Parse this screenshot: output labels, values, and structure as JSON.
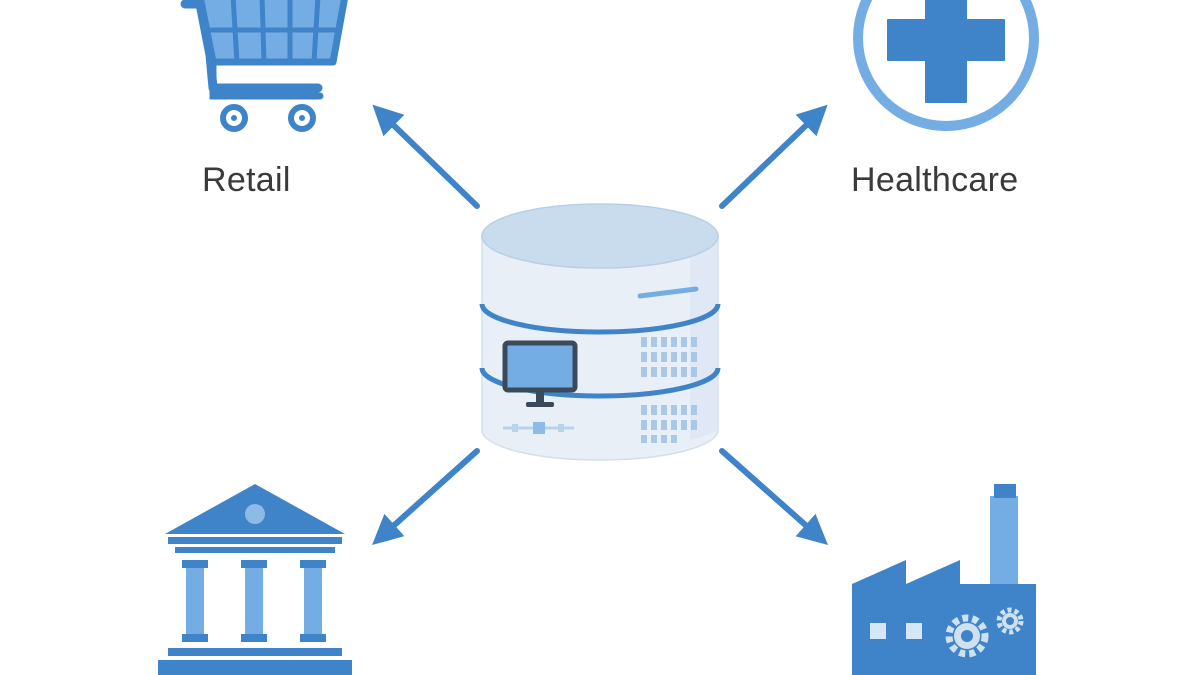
{
  "diagram": {
    "hub": {
      "name": "database-server",
      "icon": "database-server-icon"
    },
    "nodes": [
      {
        "key": "retail",
        "label": "Retail",
        "icon": "shopping-cart-icon"
      },
      {
        "key": "healthcare",
        "label": "Healthcare",
        "icon": "medical-cross-icon"
      },
      {
        "key": "finance",
        "label": "",
        "icon": "bank-building-icon"
      },
      {
        "key": "manufacturing",
        "label": "",
        "icon": "factory-icon"
      }
    ],
    "edges": [
      {
        "from": "database-server",
        "to": "retail",
        "direction": "outward"
      },
      {
        "from": "database-server",
        "to": "healthcare",
        "direction": "outward"
      },
      {
        "from": "database-server",
        "to": "finance",
        "direction": "outward"
      },
      {
        "from": "database-server",
        "to": "manufacturing",
        "direction": "outward"
      }
    ]
  },
  "colors": {
    "primary": "#3f84c8",
    "light": "#74ade4",
    "pale": "#c9dcee",
    "pale_body": "#e8eff7",
    "text": "#3a3a3a",
    "background": "#ffffff"
  }
}
